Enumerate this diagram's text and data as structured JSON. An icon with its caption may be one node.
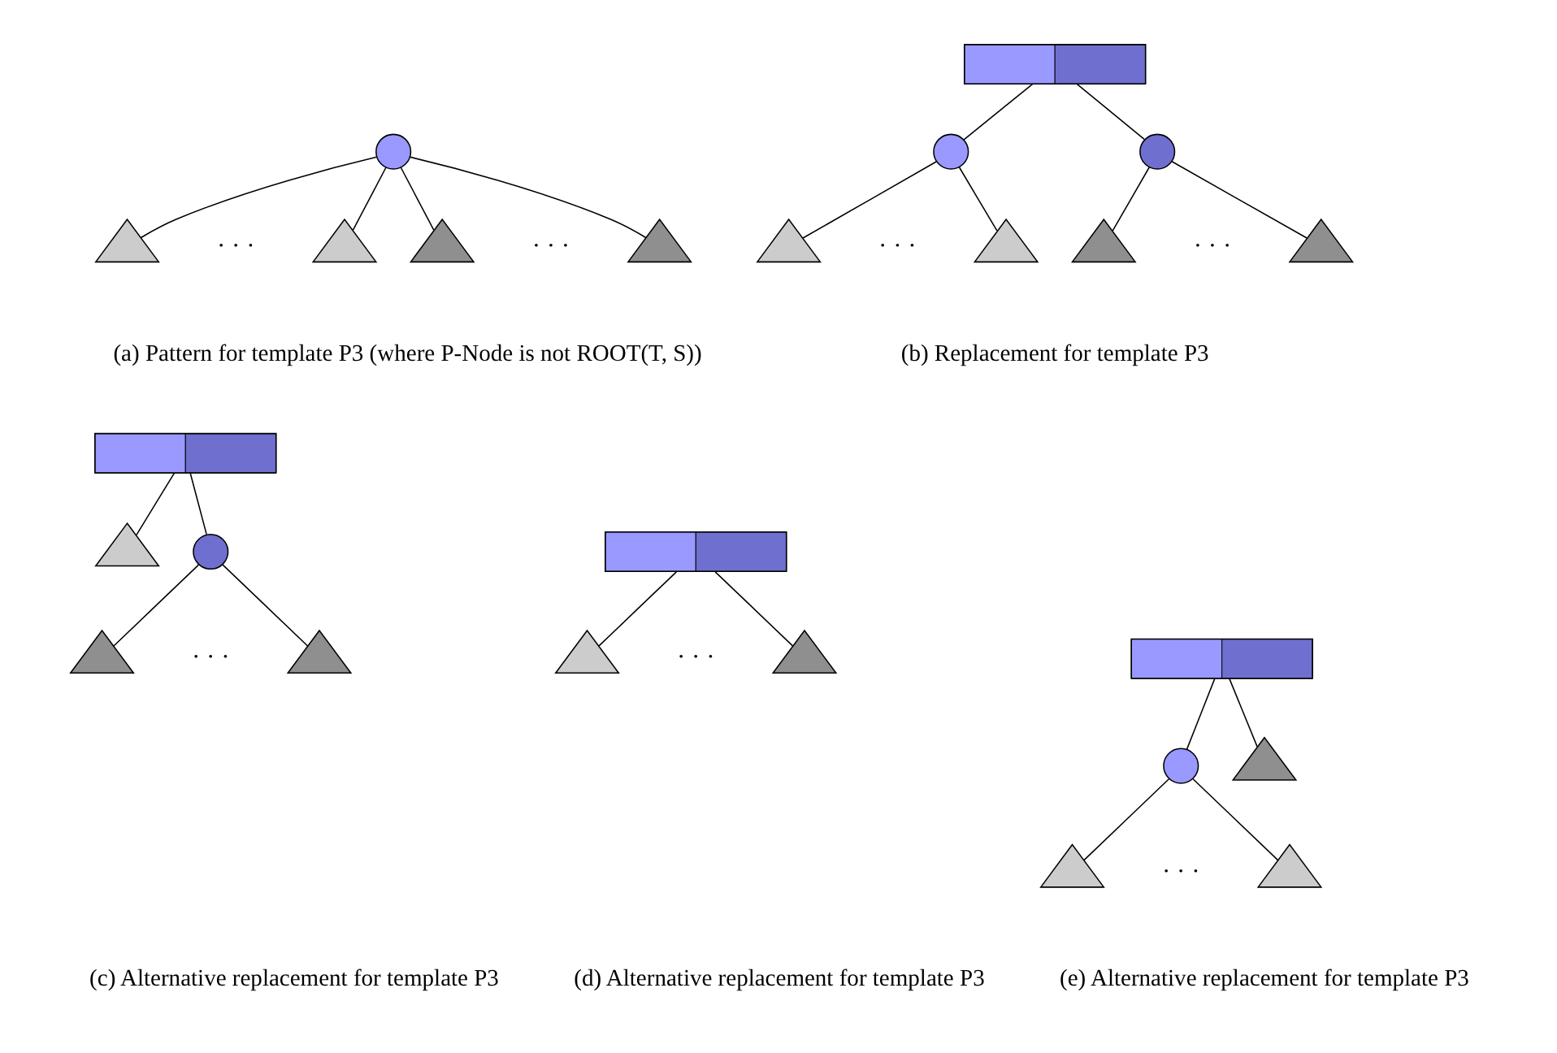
{
  "diagram": {
    "nodes": [
      {
        "text": [],
        "shape": "circle"
      },
      {
        "text": [],
        "shape": "triangle"
      },
      {
        "text": [],
        "shape": "triangle"
      },
      {
        "text": [],
        "shape": "triangle"
      },
      {
        "text": [],
        "shape": "triangle"
      },
      {
        "text": [],
        "shape": "box"
      },
      {
        "text": [],
        "shape": "circle"
      },
      {
        "text": [],
        "shape": "circle"
      },
      {
        "text": [],
        "shape": "triangle"
      },
      {
        "text": [],
        "shape": "triangle"
      },
      {
        "text": [],
        "shape": "triangle"
      },
      {
        "text": [],
        "shape": "triangle"
      },
      {
        "text": [],
        "shape": "box"
      },
      {
        "text": [],
        "shape": "triangle"
      },
      {
        "text": [],
        "shape": "circle"
      },
      {
        "text": [],
        "shape": "triangle"
      },
      {
        "text": [],
        "shape": "triangle"
      },
      {
        "text": [],
        "shape": "box"
      },
      {
        "text": [],
        "shape": "triangle"
      },
      {
        "text": [],
        "shape": "triangle"
      },
      {
        "text": [],
        "shape": "box"
      },
      {
        "text": [],
        "shape": "circle"
      },
      {
        "text": [],
        "shape": "triangle"
      },
      {
        "text": [],
        "shape": "triangle"
      },
      {
        "text": [],
        "shape": "triangle"
      }
    ],
    "edges": [
      {
        "from": 0,
        "to": 1,
        "arrow": "none"
      },
      {
        "from": 0,
        "to": 2,
        "arrow": "none"
      },
      {
        "from": 0,
        "to": 3,
        "arrow": "none"
      },
      {
        "from": 0,
        "to": 4,
        "arrow": "none"
      },
      {
        "from": 5,
        "to": 6,
        "arrow": "none"
      },
      {
        "from": 5,
        "to": 7,
        "arrow": "none"
      },
      {
        "from": 6,
        "to": 8,
        "arrow": "none"
      },
      {
        "from": 6,
        "to": 9,
        "arrow": "none"
      },
      {
        "from": 7,
        "to": 10,
        "arrow": "none"
      },
      {
        "from": 7,
        "to": 11,
        "arrow": "none"
      },
      {
        "from": 12,
        "to": 13,
        "arrow": "none"
      },
      {
        "from": 12,
        "to": 14,
        "arrow": "none"
      },
      {
        "from": 14,
        "to": 15,
        "arrow": "none"
      },
      {
        "from": 14,
        "to": 16,
        "arrow": "none"
      },
      {
        "from": 17,
        "to": 18,
        "arrow": "none"
      },
      {
        "from": 17,
        "to": 19,
        "arrow": "none"
      },
      {
        "from": 20,
        "to": 21,
        "arrow": "none"
      },
      {
        "from": 20,
        "to": 22,
        "arrow": "none"
      },
      {
        "from": 21,
        "to": 23,
        "arrow": "none"
      },
      {
        "from": 21,
        "to": 24,
        "arrow": "none"
      }
    ],
    "labels": [
      "· · ·",
      "· · ·",
      "· · ·",
      "· · ·",
      "(a) Pattern for template P3 (where P-Node is not ROOT(T, S))",
      "(b) Replacement for template P3",
      "· · ·",
      "· · ·",
      "· · ·",
      "(c) Alternative replacement for template P3",
      "(d) Alternative replacement for template P3",
      "(e) Alternative replacement for template P3"
    ]
  }
}
